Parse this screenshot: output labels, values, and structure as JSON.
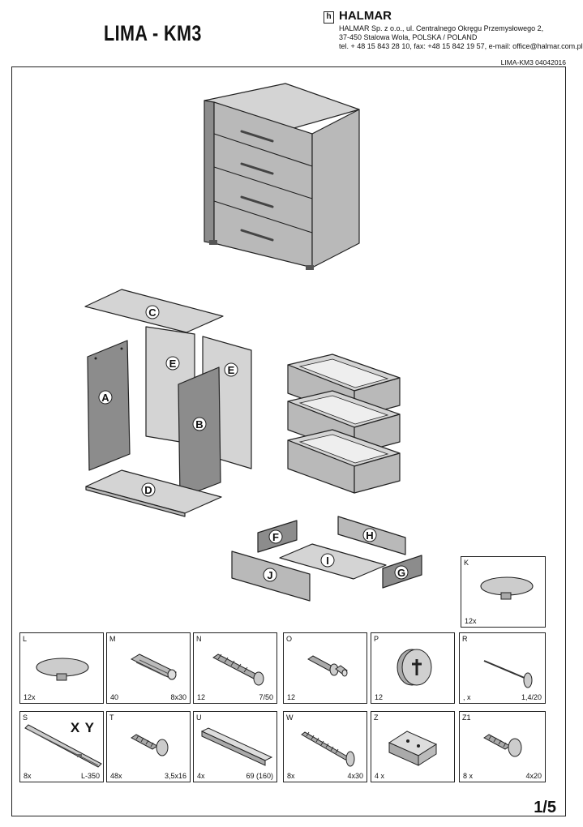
{
  "header": {
    "title": "LIMA - KM3",
    "brand": "HALMAR",
    "logo_mark": "h",
    "address_line1": "HALMAR Sp. z o.o., ul. Centralnego Okręgu Przemysłowego 2,",
    "address_line2": "37-450 Stalowa Wola, POLSKA  / POLAND",
    "address_line3": "tel. + 48 15 843 28 10, fax: +48 15 842 19 57, e-mail: office@halmar.com.pl",
    "doc_code": "LIMA-KM3 04042016"
  },
  "panels": {
    "C": "C",
    "E1": "E",
    "E2": "E",
    "A": "A",
    "B": "B",
    "D": "D",
    "F": "F",
    "H": "H",
    "I": "I",
    "J": "J",
    "G": "G"
  },
  "hardware": [
    {
      "id": "K",
      "letter": "K",
      "qty": "12x",
      "size": "",
      "extra": "",
      "icon": "knob-icon"
    },
    {
      "id": "L",
      "letter": "L",
      "qty": "12x",
      "size": "",
      "extra": "",
      "icon": "knob-icon"
    },
    {
      "id": "M",
      "letter": "M",
      "qty": "40",
      "size": "8x30",
      "extra": "",
      "icon": "dowel-icon"
    },
    {
      "id": "N",
      "letter": "N",
      "qty": "12",
      "size": "7/50",
      "extra": "",
      "icon": "confirmat-screw-icon"
    },
    {
      "id": "O",
      "letter": "O",
      "qty": "12",
      "size": "",
      "extra": "",
      "icon": "cam-bolt-icon"
    },
    {
      "id": "P",
      "letter": "P",
      "qty": "12",
      "size": "",
      "extra": "",
      "icon": "cam-lock-icon"
    },
    {
      "id": "R",
      "letter": "R",
      "qty": ",   x",
      "size": "1,4/20",
      "extra": "",
      "icon": "nail-icon"
    },
    {
      "id": "S",
      "letter": "S",
      "qty": "8x",
      "size": "L-350",
      "extra": "X Y",
      "icon": "drawer-runner-icon"
    },
    {
      "id": "T",
      "letter": "T",
      "qty": "48x",
      "size": "3,5x16",
      "extra": "",
      "icon": "pan-screw-icon"
    },
    {
      "id": "U",
      "letter": "U",
      "qty": "4x",
      "size": "69 (160)",
      "extra": "",
      "icon": "profile-strip-icon"
    },
    {
      "id": "W",
      "letter": "W",
      "qty": "8x",
      "size": "4x30",
      "extra": "",
      "icon": "wood-screw-icon"
    },
    {
      "id": "Z",
      "letter": "Z",
      "qty": "4 x",
      "size": "",
      "extra": "",
      "icon": "block-icon"
    },
    {
      "id": "Z1",
      "letter": "Z1",
      "qty": "8 x",
      "size": "4x20",
      "extra": "",
      "icon": "washer-screw-icon"
    }
  ],
  "footer": {
    "page": "1/5"
  },
  "colors": {
    "panel": "#b9b9b9",
    "panel_light": "#d4d4d4",
    "panel_dark": "#8c8c8c",
    "outline": "#222222"
  }
}
